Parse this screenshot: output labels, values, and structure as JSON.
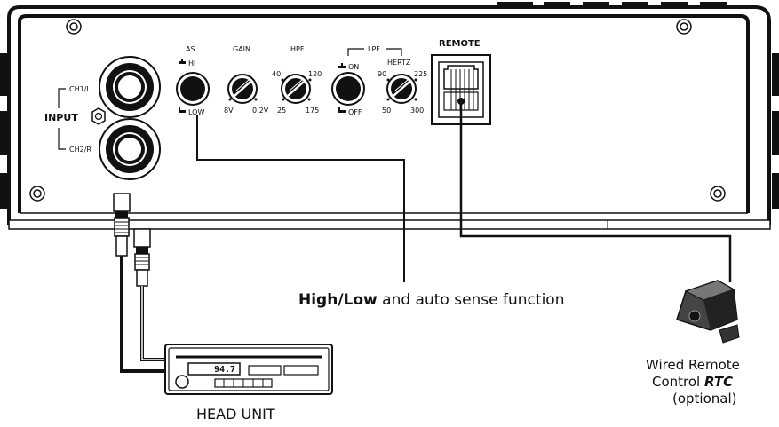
{
  "panel": {
    "input_label": "INPUT",
    "ch1_label": "CH1/L",
    "ch2_label": "CH2/R",
    "as": {
      "title": "AS",
      "hi": "HI",
      "low": "LOW"
    },
    "gain": {
      "title": "GAIN",
      "min": "8V",
      "max": "0.2V"
    },
    "hpf": {
      "title": "HPF",
      "t1": "40",
      "t2": "120",
      "b1": "25",
      "b2": "175"
    },
    "lpf": {
      "title": "LPF",
      "on": "ON",
      "off": "OFF"
    },
    "hertz": {
      "title": "HERTZ",
      "t1": "90",
      "t2": "225",
      "b1": "50",
      "b2": "300"
    },
    "remote_label": "REMOTE"
  },
  "callout": {
    "bold_high": "High",
    "slash": "/",
    "bold_low": "Low",
    "rest": " and auto sense function"
  },
  "head_unit": {
    "display": "94.7",
    "label": "HEAD UNIT"
  },
  "remote_control": {
    "line1": "Wired Remote",
    "line2_prefix": "Control ",
    "line2_model": "RTC",
    "line3": "(optional)"
  }
}
